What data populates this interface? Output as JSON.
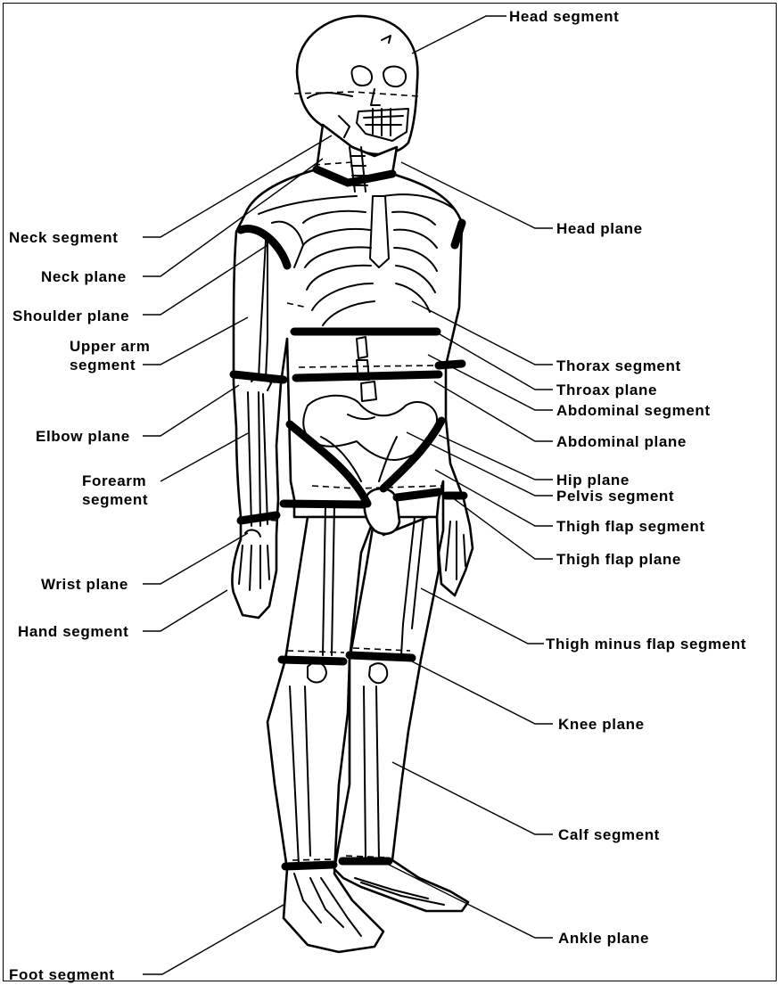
{
  "figure": {
    "labels": {
      "head_segment": "Head segment",
      "head_plane": "Head plane",
      "neck_segment": "Neck segment",
      "neck_plane": "Neck plane",
      "shoulder_plane": "Shoulder plane",
      "upper_arm_segment_1": "Upper arm",
      "upper_arm_segment_2": "segment",
      "thorax_segment": "Thorax segment",
      "throax_plane": "Throax plane",
      "abdominal_segment": "Abdominal segment",
      "abdominal_plane": "Abdominal plane",
      "elbow_plane": "Elbow plane",
      "forearm_segment_1": "Forearm",
      "forearm_segment_2": "segment",
      "hip_plane": "Hip plane",
      "pelvis_segment": "Pelvis segment",
      "thigh_flap_segment": "Thigh flap segment",
      "thigh_flap_plane": "Thigh flap plane",
      "wrist_plane": "Wrist plane",
      "hand_segment": "Hand segment",
      "thigh_minus_flap_segment": "Thigh minus flap segment",
      "knee_plane": "Knee plane",
      "calf_segment": "Calf segment",
      "ankle_plane": "Ankle plane",
      "foot_segment": "Foot segment"
    }
  }
}
